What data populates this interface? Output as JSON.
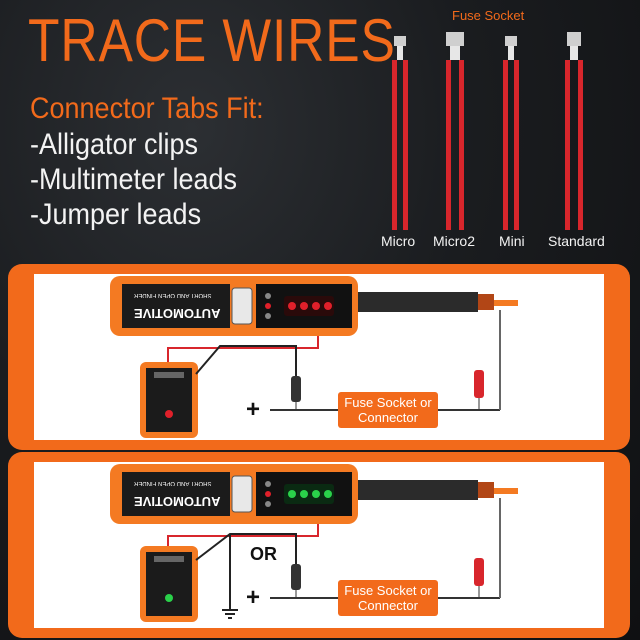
{
  "header": {
    "title": "TRACE WIRES",
    "tabs_heading": "Connector Tabs Fit:",
    "features": [
      "-Alligator clips",
      "-Multimeter leads",
      "-Jumper leads"
    ]
  },
  "fuse_socket": {
    "title": "Fuse Socket",
    "types": [
      "Micro",
      "Micro2",
      "Mini",
      "Standard"
    ]
  },
  "diagram_top": {
    "device_brand": "AUTOMOTIVE",
    "device_subtitle": "SHORT AND OPEN FINDER",
    "polarity": "+",
    "target_label_line1": "Fuse Socket or",
    "target_label_line2": "Connector"
  },
  "diagram_bottom": {
    "device_brand": "AUTOMOTIVE",
    "device_subtitle": "SHORT AND OPEN FINDER",
    "or_label": "OR",
    "polarity": "+",
    "target_label_line1": "Fuse Socket or",
    "target_label_line2": "Connector"
  },
  "colors": {
    "accent": "#f26a1b",
    "wire_red": "#d8262c",
    "led_red": "#e0202a",
    "led_green": "#2ad14a",
    "device_black": "#1b1b1b"
  }
}
